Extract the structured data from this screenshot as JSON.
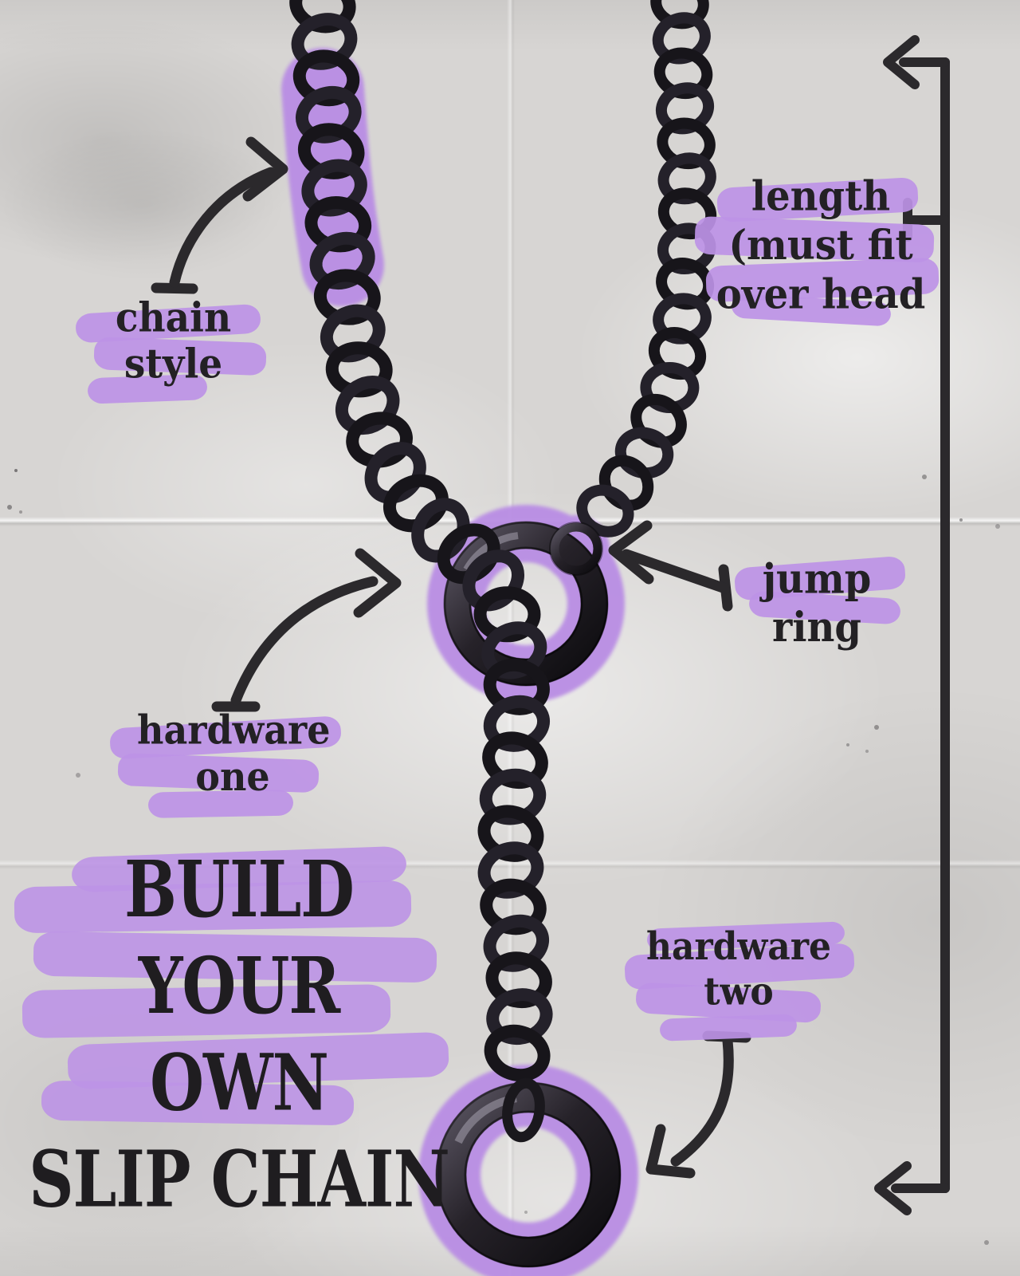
{
  "title": {
    "line1": "BUILD YOUR",
    "line2": "OWN",
    "line3": "SLIP CHAIN"
  },
  "labels": {
    "chain_style": {
      "line1": "chain",
      "line2": "style"
    },
    "length": {
      "line1": "length",
      "line2": "(must fit",
      "line3": "over head"
    },
    "jump_ring": {
      "text": "jump ring"
    },
    "hardware_one": {
      "line1": "hardware",
      "line2": "one"
    },
    "hardware_two": {
      "line1": "hardware",
      "line2": "two"
    }
  },
  "diagram": {
    "subject": "build-your-own slip chain necklace",
    "callouts": [
      "chain style",
      "length (must fit over head",
      "jump ring",
      "hardware one",
      "hardware two"
    ]
  },
  "colors": {
    "highlight_purple": "#bd93e6",
    "ink_black": "#232124",
    "paper_gray": "#d7d5d3",
    "chain_dark": "#17151a",
    "chain_light": "#24212a",
    "arrow_black": "#2b292c"
  }
}
